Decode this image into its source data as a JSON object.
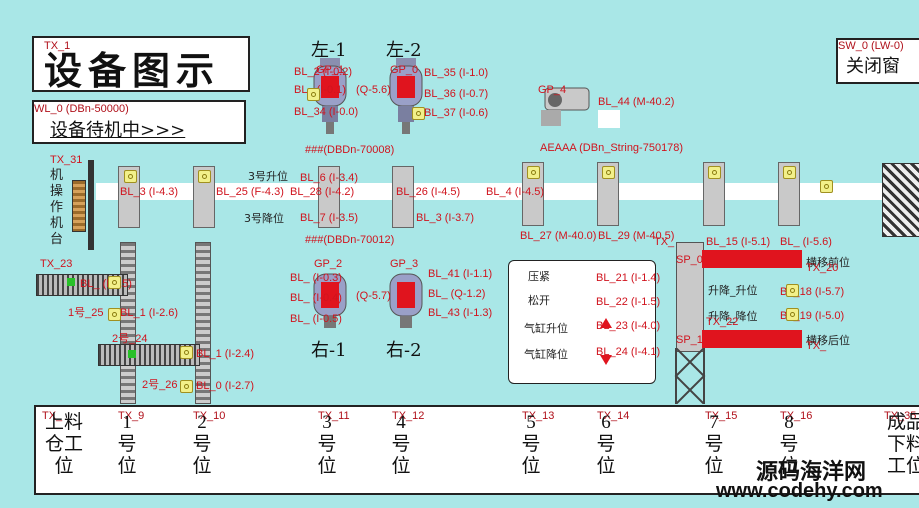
{
  "header": {
    "title": "设备图示",
    "status_button": "设备待机中>>>",
    "close_button": "关闭窗",
    "wl_tag": "WL_0 (DBn-50000)",
    "sw_tag": "SW_0 (LW-0)",
    "tx_tag": "TX_1"
  },
  "mixers": {
    "left1": "左-1",
    "left2": "左-2",
    "right1": "右-1",
    "right2": "右-2",
    "gp1": "GP_1",
    "gp0": "GP_0",
    "gp2": "GP_2",
    "gp3": "GP_3",
    "gp4": "GP_4"
  },
  "labels": {
    "bl2": "BL_2 (I-0.2)",
    "bl_i01": "BL_ (I-0.1)",
    "bl34": "BL_34 (I-0.0)",
    "bl35": "BL_35 (I-1.0)",
    "bl36": "BL_36 (I-0.7)",
    "bl37": "BL_37 (I-0.6)",
    "q05": "(Q-5.6)",
    "bl44": "BL_44 (M-40.2)",
    "dbn70008": "###(DBDn-70008)",
    "dbn70012": "###(DBDn-70012)",
    "string": "AEAAA (DBn_String-750178)",
    "tx31": "TX_31",
    "vertical_cn": "机操作机台",
    "lift_up": "3号升位",
    "bl6": "BL_6 (I-3.4)",
    "bl3": "BL_3 (I-4.3)",
    "bl25": "BL_25 (F-4.3)",
    "bl28": "BL_28 (I-4.2)",
    "bl26": "BL_26 (I-4.5)",
    "bl4": "BL_4 (I-4.5)",
    "bl7": "BL_7 (I-3.5)",
    "lift_down": "3号降位",
    "bl33": "BL_3 (I-3.7)",
    "bl27": "BL_27 (M-40.0)",
    "bl29": "BL_29 (M-40.5)",
    "bl_i25": "BL_ (I-2.5)",
    "bl1": "BL_1 (I-2.6)",
    "bl_i24": "BL_1 (I-2.4)",
    "bl0": "BL_0 (I-2.7)",
    "tx23": "TX_23",
    "tx25": "1号_25",
    "tx24": "2号_24",
    "tx26": "2号_26",
    "bl_i03": "BL_ (I-0.3)",
    "bl_i04": "BL_ (I-0.4)",
    "bl_i05": "BL_ (I-0.5)",
    "q07": "(Q-5.7)",
    "bl41": "BL_41 (I-1.1)",
    "bl42": "BL_ (Q-1.2)",
    "bl43": "BL_43 (I-1.3)",
    "bl15": "BL_15 (I-5.1)",
    "bl16": "BL_ (I-5.6)",
    "bl18": "BL_18 (I-5.7)",
    "bl19": "BL_19 (I-5.0)",
    "tx20": "TX_20",
    "tx22": "TX_22",
    "sp0": "SP_0",
    "sp1": "SP_1",
    "tx_top": "TX_",
    "tx_side": "TX_",
    "move_in": "横移前位",
    "move_out": "横移后位",
    "lift_a": "升降_升位",
    "lift_b": "升降_降位"
  },
  "panel": {
    "r1_label": "压紧",
    "r1_tag": "BL_21 (I-1.4)",
    "r2_label": "松开",
    "r2_tag": "BL_22 (I-1.5)",
    "r3_label": "气缸升位",
    "r3_tag": "BL_23 (I-4.0)",
    "r4_label": "气缸降位",
    "r4_tag": "BL_24 (I-4.1)"
  },
  "stations": [
    {
      "tag": "TX_",
      "text": "上料仓工位"
    },
    {
      "tag": "TX_9",
      "text": "1号位"
    },
    {
      "tag": "TX_10",
      "text": "2号位"
    },
    {
      "tag": "TX_11",
      "text": "3号位"
    },
    {
      "tag": "TX_12",
      "text": "4号位"
    },
    {
      "tag": "TX_13",
      "text": "5号位"
    },
    {
      "tag": "TX_14",
      "text": "6号位"
    },
    {
      "tag": "TX_15",
      "text": "7号位"
    },
    {
      "tag": "TX_16",
      "text": "8号位"
    },
    {
      "tag": "TX_35",
      "text": "成品下料工位"
    }
  ],
  "watermark": {
    "cn": "源码海洋网",
    "url": "www.codehy.com"
  },
  "colors": {
    "background": "#a9e7e7",
    "accent_red": "#e0141e",
    "tag_red": "#d0141e"
  }
}
